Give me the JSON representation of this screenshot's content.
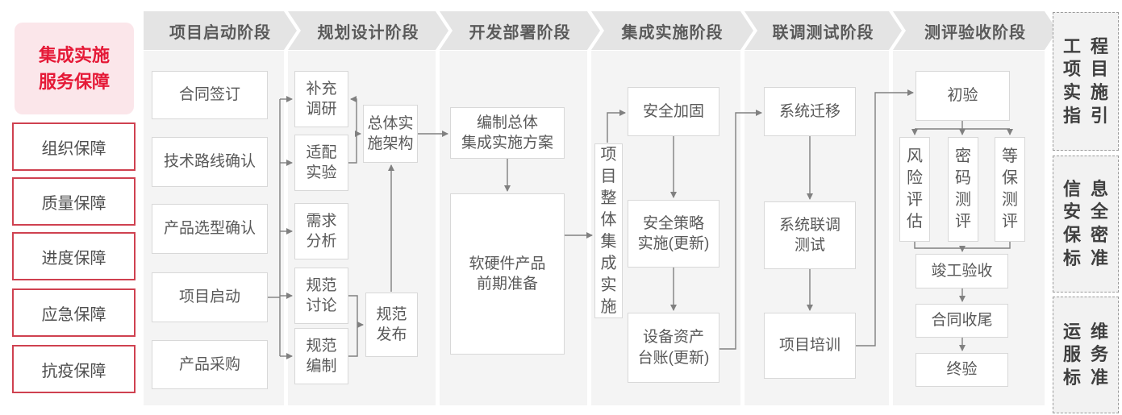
{
  "sidebar": {
    "header_lines": [
      "集成实施",
      "服务保障"
    ],
    "items": [
      "组织保障",
      "质量保障",
      "进度保障",
      "应急保障",
      "抗疫保障"
    ]
  },
  "phases": [
    "项目启动阶段",
    "规划设计阶段",
    "开发部署阶段",
    "集成实施阶段",
    "联调测试阶段",
    "测评验收阶段"
  ],
  "boxes": {
    "contract_sign": "合同签订",
    "tech_route": "技术路线确认",
    "product_selection": "产品选型确认",
    "project_kickoff": "项目启动",
    "procurement": "产品采购",
    "supplement_research": [
      "补充",
      "调研"
    ],
    "adaptation_test": [
      "适配",
      "实验"
    ],
    "requirement_analysis": [
      "需求",
      "分析"
    ],
    "spec_discussion": [
      "规范",
      "讨论"
    ],
    "spec_compilation": [
      "规范",
      "编制"
    ],
    "overall_arch": [
      "总体实",
      "施架构"
    ],
    "spec_release": [
      "规范",
      "发布"
    ],
    "overall_plan": [
      "编制总体",
      "集成实施方案"
    ],
    "product_preparation": [
      "软硬件产品",
      "前期准备"
    ],
    "overall_integration": "项目整体集成实施",
    "security_hardening": "安全加固",
    "security_policy": [
      "安全策略",
      "实施(更新)"
    ],
    "asset_ledger": [
      "设备资产",
      "台账(更新)"
    ],
    "system_migration": "系统迁移",
    "joint_debugging": [
      "系统联调",
      "测试"
    ],
    "project_training": "项目培训",
    "initial_acceptance": "初验",
    "risk_assessment": "风险评估",
    "crypto_evaluation": "密码测评",
    "classified_protection": "等保测评",
    "completion_acceptance": "竣工验收",
    "contract_closure": "合同收尾",
    "final_acceptance": "终验"
  },
  "standards": [
    {
      "lines": [
        "工程",
        "项目",
        "实施",
        "指引"
      ]
    },
    {
      "lines": [
        "信息",
        "安全",
        "保密",
        "标准"
      ]
    },
    {
      "lines": [
        "运维",
        "服务",
        "标准"
      ]
    }
  ],
  "colors": {
    "accent_red": "#e51937",
    "red_border": "#cf4150",
    "pink_bg": "#fbe6ea",
    "header_band": "#e4e4e4",
    "column_stripe": "#f4f4f4",
    "box_border": "#d8d8d8",
    "text_gray": "#595959",
    "arrow_gray": "#808080"
  }
}
